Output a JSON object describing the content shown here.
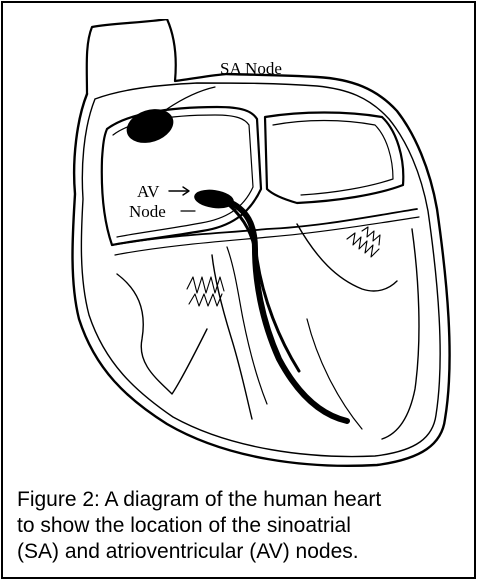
{
  "diagram": {
    "labels": {
      "sa_node": "SA Node",
      "av": "AV",
      "av_node": "Node"
    }
  },
  "caption": {
    "lines": [
      "Figure 2: A diagram of the human heart",
      "to show the location of the sinoatrial",
      "(SA) and atrioventricular (AV) nodes."
    ]
  },
  "colors": {
    "ink": "#000000",
    "background": "#ffffff"
  }
}
